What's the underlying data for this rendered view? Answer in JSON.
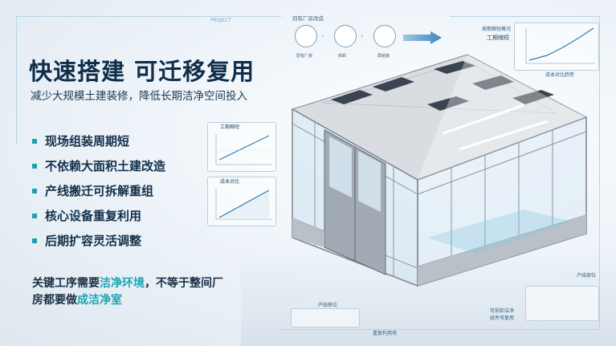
{
  "header": {
    "tag": "PROJECT",
    "flow_title": "旧有厂房改造",
    "flow_steps": [
      "原有厂房",
      "拆卸",
      "再组装"
    ]
  },
  "hero": {
    "headline": "快速搭建 可迁移复用",
    "subline": "减少大规模土建装修，降低长期洁净空间投入"
  },
  "features": [
    "现场组装周期短",
    "不依赖大面积土建改造",
    "产线搬迁可拆解重组",
    "核心设备重复利用",
    "后期扩容灵活调整"
  ],
  "bottom_note": {
    "part1": "关键工序需要",
    "highlight1": "洁净环境",
    "part2": "，不等于整间厂房都要做",
    "highlight2": "成洁净室"
  },
  "charts": {
    "schedule_title": "工期缩短",
    "cost_title": "成本对比",
    "top_right_title": "工期缩短",
    "top_right_note": "周期缩短概况",
    "top_right_caption": "成本对比趋势"
  },
  "callouts": {
    "production": "产线部位",
    "line_position": "产线移位",
    "relocation_a": "可拆卸洁净",
    "relocation_b": "组件可复用",
    "bottom_caption": "重复利用场"
  },
  "colors": {
    "accent": "#1aa6b4",
    "title": "#0f2e4a",
    "frame": "#7b8591"
  }
}
